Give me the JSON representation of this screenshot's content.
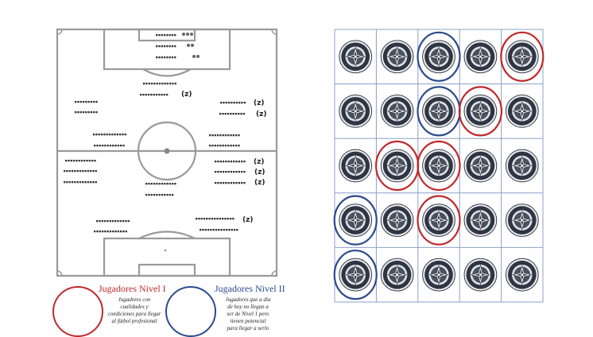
{
  "pitch": {
    "z_marks": [
      "(z)",
      "(z)",
      "(z)",
      "(z)",
      "(z)",
      "(z)",
      "(z)"
    ],
    "dashes": "■■■■■■■■■■■■"
  },
  "badge_grid": {
    "rows": 5,
    "cols": 5,
    "circles": [
      {
        "row": 0,
        "col": 2,
        "level": "II"
      },
      {
        "row": 0,
        "col": 4,
        "level": "I"
      },
      {
        "row": 1,
        "col": 2,
        "level": "II"
      },
      {
        "row": 1,
        "col": 3,
        "level": "I"
      },
      {
        "row": 2,
        "col": 1,
        "level": "I"
      },
      {
        "row": 2,
        "col": 2,
        "level": "I"
      },
      {
        "row": 3,
        "col": 0,
        "level": "II"
      },
      {
        "row": 3,
        "col": 2,
        "level": "I"
      },
      {
        "row": 4,
        "col": 0,
        "level": "II"
      }
    ],
    "badge_icon": "compass-rose-crest-icon"
  },
  "legend": {
    "level1": {
      "title": "Jugadores Nivel I",
      "desc": [
        "Jugadores con",
        "cualidades y",
        "condiciones para llegar",
        "al fútbol profesional"
      ],
      "color": "#c0282b"
    },
    "level2": {
      "title": "Jugadores Nivel II",
      "desc": [
        "Jugadores que a día",
        "de hoy no llegan a",
        "ser de Nivel 1 pero",
        "tienen potencial",
        "para llegar a serlo"
      ],
      "color": "#2c4a8c"
    }
  }
}
